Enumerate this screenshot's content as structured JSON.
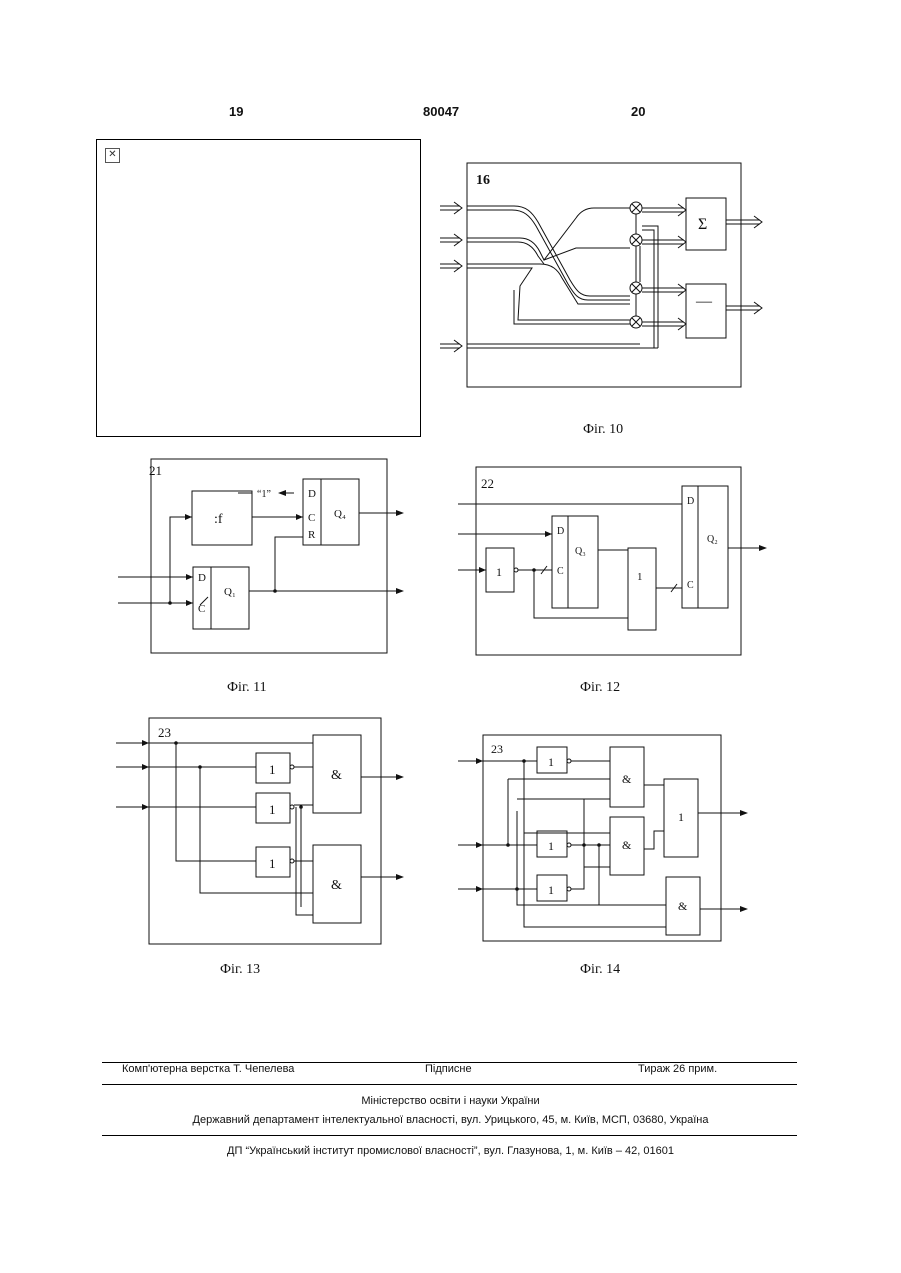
{
  "header": {
    "left": "19",
    "center": "80047",
    "right": "20"
  },
  "figures": {
    "fig10": {
      "caption": "Фіг. 10",
      "block": "16",
      "sum": "Σ",
      "minus": "—"
    },
    "fig11": {
      "caption": "Фіг. 11",
      "block": "21",
      "divider": ":f",
      "one": "“1”",
      "trigger_top": {
        "d": "D",
        "c": "C",
        "r": "R",
        "q": "Q₄"
      },
      "trigger_bottom": {
        "d": "D",
        "c": "C",
        "q": "Q₁"
      }
    },
    "fig12": {
      "caption": "Фіг. 12",
      "block": "22",
      "inv": "1",
      "or": "1",
      "trigger_mid": {
        "d": "D",
        "c": "C",
        "q": "Q₃"
      },
      "trigger_right": {
        "d": "D",
        "c": "C",
        "q": "Q₂"
      }
    },
    "fig13": {
      "caption": "Фіг. 13",
      "block": "23",
      "inv": "1",
      "and": "&"
    },
    "fig14": {
      "caption": "Фіг. 14",
      "block": "23",
      "inv": "1",
      "and": "&",
      "or": "1"
    }
  },
  "footer": {
    "layout": "Комп'ютерна верстка Т. Чепелева",
    "signed": "Підписне",
    "circulation": "Тираж 26 прим.",
    "ministry": "Міністерство освіти і науки України",
    "department": "Державний департамент інтелектуальної власності, вул. Урицького, 45, м. Київ, МСП, 03680, Україна",
    "institute": "ДП “Український інститут промислової власності”, вул. Глазунова, 1, м. Київ – 42, 01601"
  }
}
